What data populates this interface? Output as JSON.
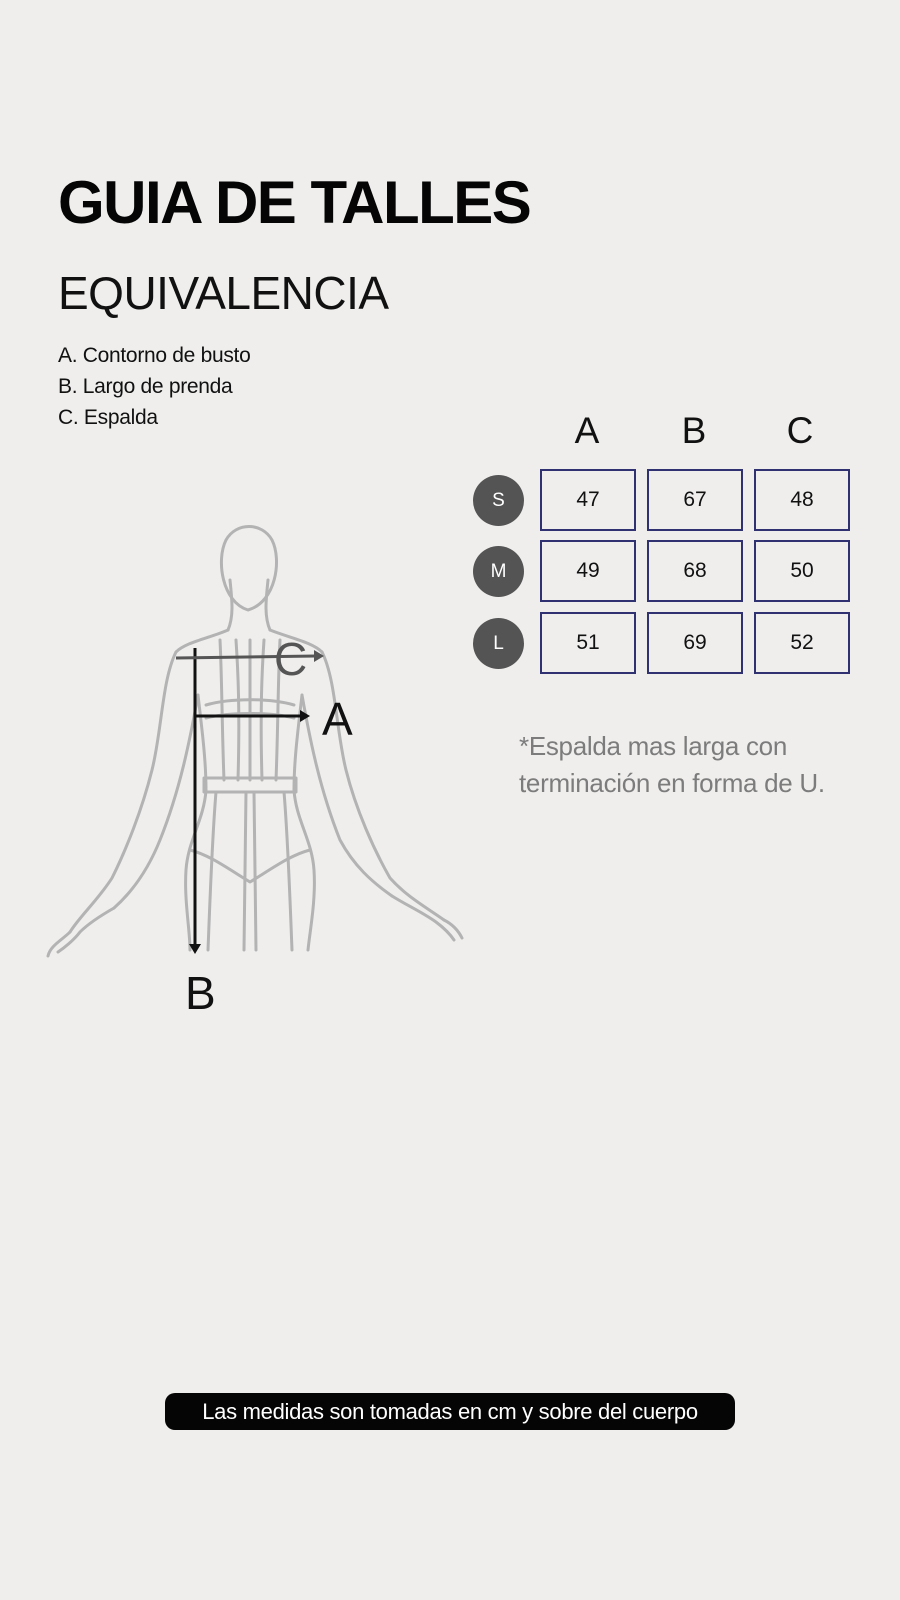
{
  "header": {
    "title": "GUIA DE TALLES",
    "subtitle": "EQUIVALENCIA"
  },
  "legend": [
    "A. Contorno de busto",
    "B. Largo de prenda",
    "C. Espalda"
  ],
  "table": {
    "columns": [
      "A",
      "B",
      "C"
    ],
    "rows": [
      {
        "size": "S",
        "values": [
          "47",
          "67",
          "48"
        ]
      },
      {
        "size": "M",
        "values": [
          "49",
          "68",
          "50"
        ]
      },
      {
        "size": "L",
        "values": [
          "51",
          "69",
          "52"
        ]
      }
    ]
  },
  "figure": {
    "labels": {
      "a": "A",
      "b": "B",
      "c": "C"
    }
  },
  "note": "*Espalda mas larga con terminación en forma de U.",
  "footer": "Las medidas son tomadas en cm y sobre del cuerpo",
  "colors": {
    "background": "#efeeed",
    "cell_border": "#2f3170",
    "badge": "#545454",
    "note_text": "#7c7c7c",
    "footer_bg": "#050505"
  }
}
